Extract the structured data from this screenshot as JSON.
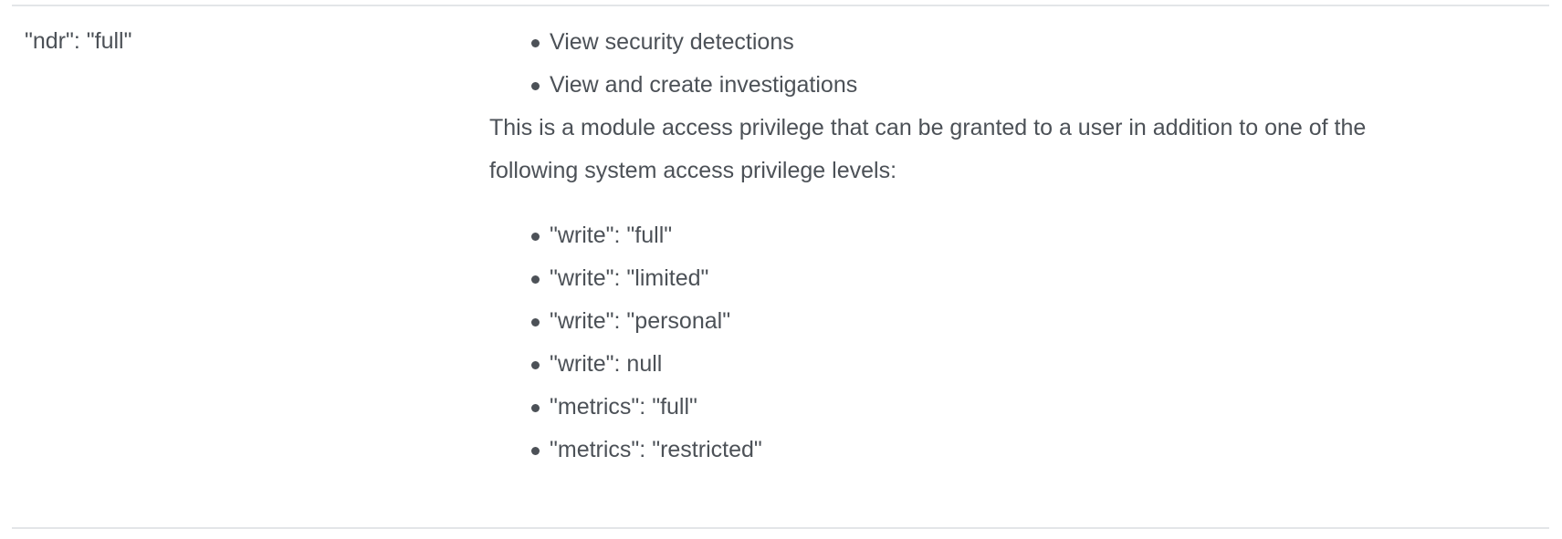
{
  "colors": {
    "text": "#4c5157",
    "border": "#e3e5e8",
    "background": "#ffffff",
    "bullet": "#4c5157"
  },
  "row": {
    "key_cell": {
      "value": "\"ndr\": \"full\""
    },
    "description_cell": {
      "capabilities": [
        "View security detections",
        "View and create investigations"
      ],
      "note": "This is a module access privilege that can be granted to a user in addition to one of the following system access privilege levels:",
      "privilege_levels": [
        "\"write\": \"full\"",
        "\"write\": \"limited\"",
        "\"write\": \"personal\"",
        "\"write\": null",
        "\"metrics\": \"full\"",
        "\"metrics\": \"restricted\""
      ]
    }
  }
}
